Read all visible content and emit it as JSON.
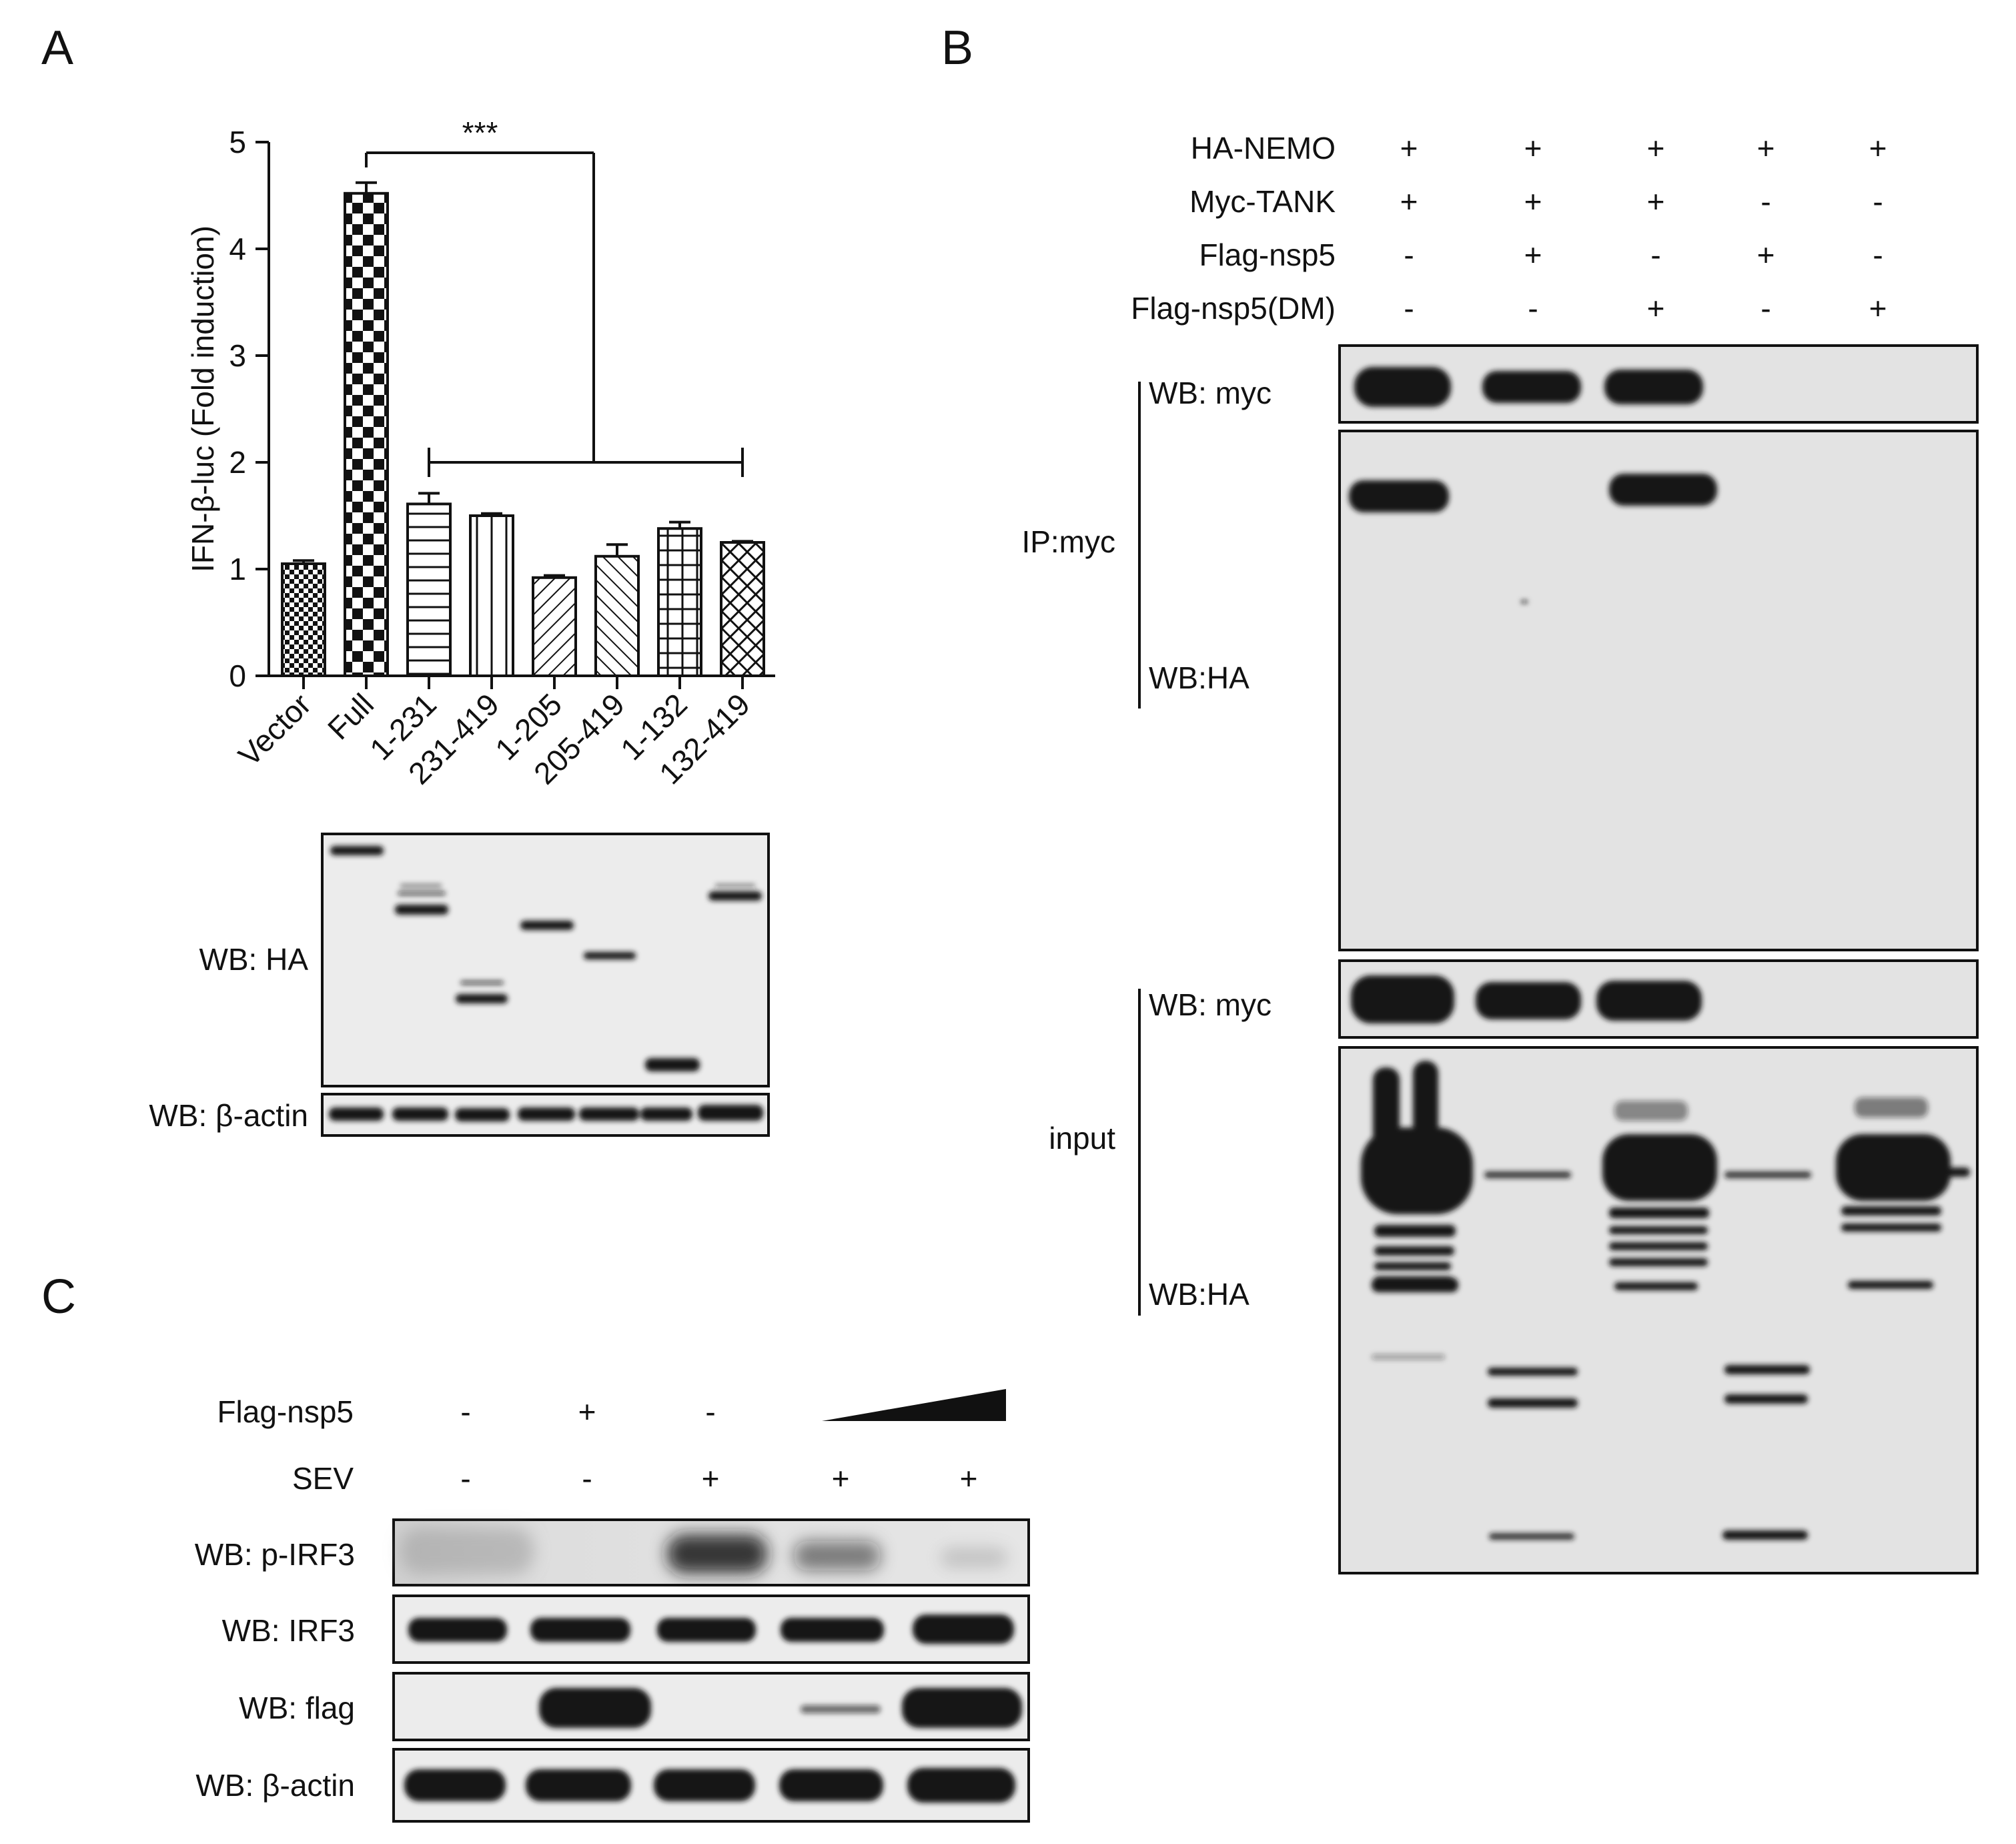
{
  "panels": {
    "A": "A",
    "B": "B",
    "C": "C"
  },
  "chart_data": {
    "type": "bar",
    "ylabel": "IFN-β-luc (Fold induction)",
    "xlabel": "",
    "ylim": [
      0,
      5
    ],
    "yticks": [
      "0",
      "1",
      "2",
      "3",
      "4",
      "5"
    ],
    "categories": [
      "Vector",
      "Full",
      "1-231",
      "231-419",
      "1-205",
      "205-419",
      "1-132",
      "132-419"
    ],
    "values": [
      1.05,
      4.52,
      1.61,
      1.5,
      0.92,
      1.12,
      1.38,
      1.25
    ],
    "errors": [
      0.03,
      0.1,
      0.1,
      0.02,
      0.02,
      0.11,
      0.06,
      0.01
    ],
    "significance": "***",
    "grid": false
  },
  "panelA_blots": {
    "ha_label": "WB: HA",
    "actin_label": "WB: β-actin"
  },
  "panelB": {
    "conditions": [
      {
        "label": "HA-NEMO",
        "signs": [
          "+",
          "+",
          "+",
          "+",
          "+"
        ]
      },
      {
        "label": "Myc-TANK",
        "signs": [
          "+",
          "+",
          "+",
          "-",
          "-"
        ]
      },
      {
        "label": "Flag-nsp5",
        "signs": [
          "-",
          "+",
          "-",
          "+",
          "-"
        ]
      },
      {
        "label": "Flag-nsp5(DM)",
        "signs": [
          "-",
          "-",
          "+",
          "-",
          "+"
        ]
      }
    ],
    "ip_label": "IP:myc",
    "input_label": "input",
    "wb_myc_1": "WB: myc",
    "wb_ha_1": "WB:HA",
    "wb_myc_2": "WB: myc",
    "wb_ha_2": "WB:HA"
  },
  "panelC": {
    "conditions": [
      {
        "label": "Flag-nsp5",
        "signs": [
          "-",
          "+",
          "-"
        ]
      },
      {
        "label": "SEV",
        "signs": [
          "-",
          "-",
          "+",
          "+",
          "+"
        ]
      }
    ],
    "blots": [
      "WB: p-IRF3",
      "WB: IRF3",
      "WB: flag",
      "WB: β-actin"
    ]
  }
}
